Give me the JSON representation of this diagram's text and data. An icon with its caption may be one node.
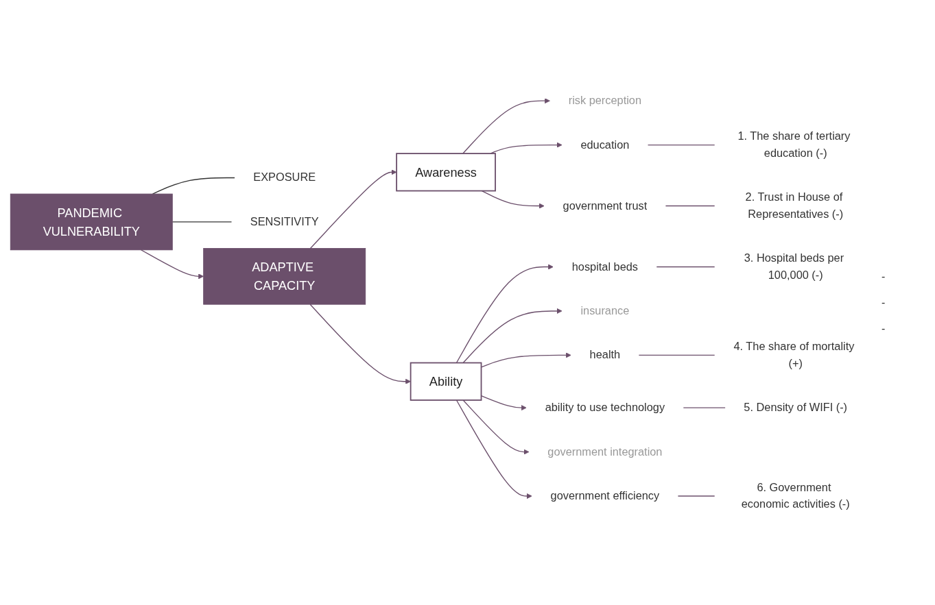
{
  "diagram": {
    "nodes": [
      {
        "text": [
          "PANDEMIC VULNERABILITY"
        ]
      },
      {
        "text": [
          "EXPOSURE"
        ]
      },
      {
        "text": [
          "SENSITIVITY"
        ]
      },
      {
        "text": [
          "ADAPTIVE CAPACITY"
        ]
      },
      {
        "text": [
          "Awareness"
        ]
      },
      {
        "text": [
          "risk perception"
        ]
      },
      {
        "text": [
          "education"
        ]
      },
      {
        "text": [
          "government trust"
        ]
      },
      {
        "text": [
          "Ability"
        ]
      },
      {
        "text": [
          "hospital beds"
        ]
      },
      {
        "text": [
          "insurance"
        ]
      },
      {
        "text": [
          "health"
        ]
      },
      {
        "text": [
          "ability to use technology"
        ]
      },
      {
        "text": [
          "government integration"
        ]
      },
      {
        "text": [
          "government efficiency"
        ]
      },
      {
        "text": [
          "1. The share of tertiary education (-)"
        ]
      },
      {
        "text": [
          "2. Trust in House of Representatives (-)"
        ]
      },
      {
        "text": [
          "3. Hospital beds per 100,000 (-)"
        ]
      },
      {
        "text": [
          "4. The share of mortality (+)"
        ]
      },
      {
        "text": [
          "5. Density of WIFI (-)"
        ]
      },
      {
        "text": [
          "6. Government economic activities (-)"
        ]
      }
    ],
    "edges": [
      {
        "from": 0,
        "to": 1,
        "arrow": "none",
        "color": "#333333"
      },
      {
        "from": 0,
        "to": 2,
        "arrow": "none",
        "color": "#333333"
      },
      {
        "from": 0,
        "to": 3,
        "arrow": "to"
      },
      {
        "from": 3,
        "to": 4,
        "arrow": "to"
      },
      {
        "from": 3,
        "to": 8,
        "arrow": "to"
      },
      {
        "from": 4,
        "to": 5,
        "arrow": "to"
      },
      {
        "from": 4,
        "to": 6,
        "arrow": "to"
      },
      {
        "from": 4,
        "to": 7,
        "arrow": "to"
      },
      {
        "from": 8,
        "to": 9,
        "arrow": "to"
      },
      {
        "from": 8,
        "to": 10,
        "arrow": "to"
      },
      {
        "from": 8,
        "to": 11,
        "arrow": "to"
      },
      {
        "from": 8,
        "to": 12,
        "arrow": "to"
      },
      {
        "from": 8,
        "to": 13,
        "arrow": "to"
      },
      {
        "from": 8,
        "to": 14,
        "arrow": "to"
      },
      {
        "from": 6,
        "to": 15,
        "arrow": "none"
      },
      {
        "from": 7,
        "to": 16,
        "arrow": "none"
      },
      {
        "from": 9,
        "to": 17,
        "arrow": "none"
      },
      {
        "from": 11,
        "to": 18,
        "arrow": "none"
      },
      {
        "from": 12,
        "to": 19,
        "arrow": "none"
      },
      {
        "from": 14,
        "to": 20,
        "arrow": "none"
      }
    ],
    "labels": [
      "-",
      "-",
      "-"
    ]
  }
}
